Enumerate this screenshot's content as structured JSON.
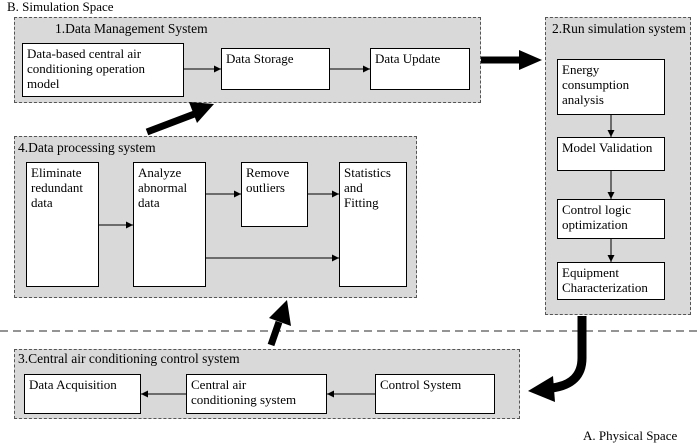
{
  "spaces": {
    "simulation": "B. Simulation Space",
    "physical": "A. Physical Space"
  },
  "groups": {
    "data_management": {
      "title": "1.Data Management System",
      "boxes": {
        "model": "Data-based central air\nconditioning operation\nmodel",
        "storage": "Data Storage",
        "update": "Data Update"
      }
    },
    "run_simulation": {
      "title": "2.Run simulation system",
      "boxes": {
        "energy": "Energy\nconsumption\nanalysis",
        "validation": "Model Validation",
        "control_logic": "Control logic\noptimization",
        "equipment": "Equipment\nCharacterization"
      }
    },
    "data_processing": {
      "title": "4.Data processing system",
      "boxes": {
        "eliminate": "Eliminate\nredundant\ndata",
        "analyze": "Analyze\nabnormal\ndata",
        "remove": "Remove\noutliers",
        "statistics": "Statistics\nand\nFitting"
      }
    },
    "control": {
      "title": "3.Central air conditioning control system",
      "boxes": {
        "acquisition": "Data Acquisition",
        "central_ac": "Central air\nconditioning system",
        "control_system": "Control System"
      }
    }
  }
}
